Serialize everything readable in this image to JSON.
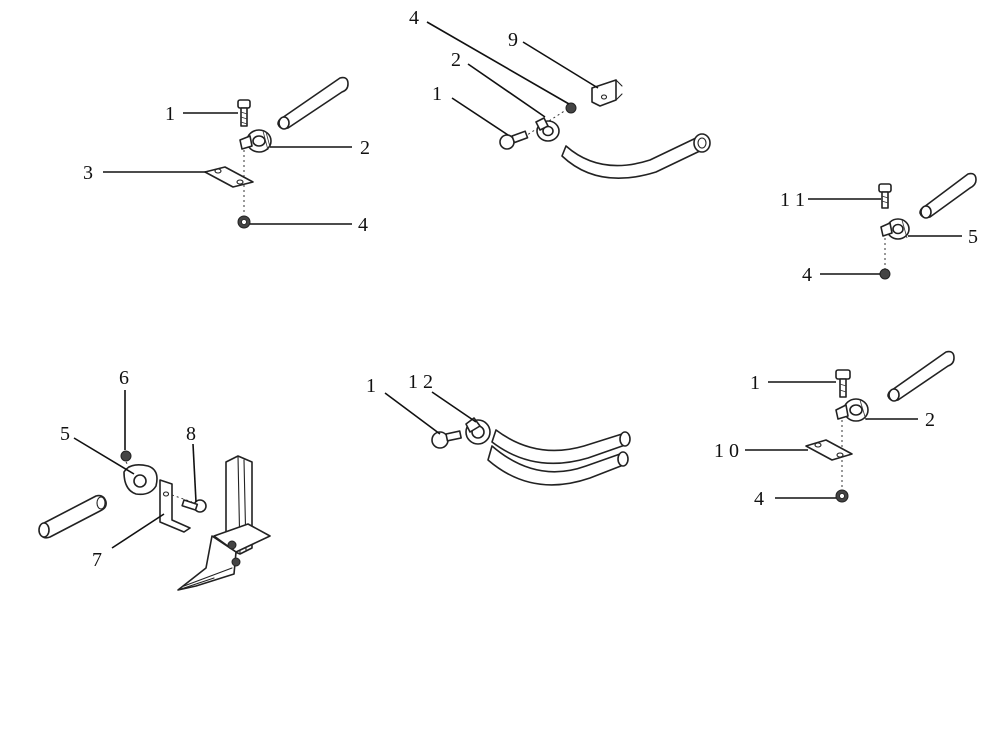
{
  "callouts": {
    "g1": {
      "bolt": "1",
      "clamp": "2",
      "plate": "3",
      "nut": "4"
    },
    "g2": {
      "nut": "4",
      "bracket": "9",
      "clamp": "2",
      "bolt": "1"
    },
    "g3": {
      "bolt": "1 1",
      "clamp": "5",
      "nut": "4"
    },
    "g4": {
      "nut": "6",
      "clamp": "5",
      "bolt": "8",
      "bracket": "7"
    },
    "g5": {
      "bolt": "1",
      "clamp": "1 2"
    },
    "g6": {
      "bolt": "1",
      "clamp": "2",
      "plate": "1 0",
      "nut": "4"
    }
  }
}
